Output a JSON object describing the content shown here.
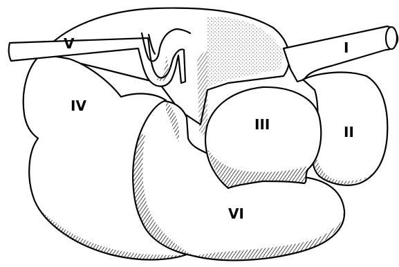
{
  "labels": {
    "i": "I",
    "ii": "II",
    "iii": "III",
    "iv": "IV",
    "v": "V",
    "vi": "VI"
  },
  "colors": {
    "ink": "#000000",
    "paper": "#ffffff"
  }
}
